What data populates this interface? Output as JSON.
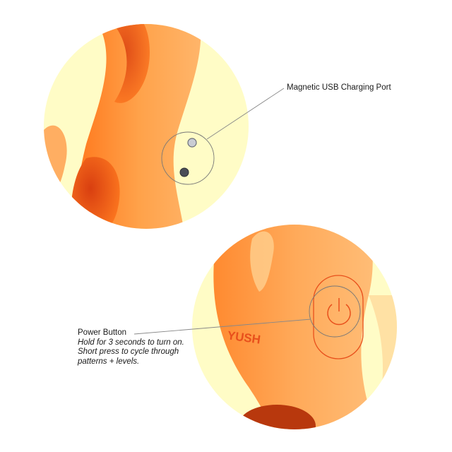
{
  "callouts": {
    "usb_port": {
      "label": "Magnetic USB Charging Port"
    },
    "power_button": {
      "title": "Power Button",
      "line1": "Hold for 3 seconds to turn on.",
      "line2": "Short press to cycle through",
      "line3": "patterns + levels."
    }
  },
  "product": {
    "brand_embossed": "YUSH",
    "icon": "power-icon"
  },
  "colors": {
    "background_circle": "#fffcc6",
    "product_orange": "#ff9a3c",
    "product_deep_orange": "#e8501c",
    "line": "#777777"
  }
}
